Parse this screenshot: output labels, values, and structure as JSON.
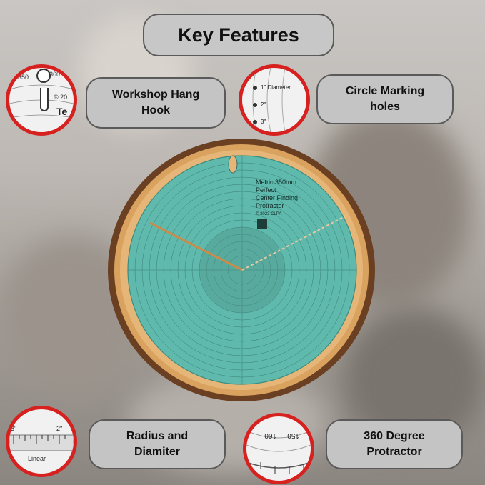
{
  "title": "Key Features",
  "features": {
    "hang_hook": "Workshop Hang\nHook",
    "circle_holes": "Circle Marking\nholes",
    "radius": "Radius and\nDiamiter",
    "protractor": "360 Degree\nProtractor"
  },
  "protractor": {
    "label_lines": [
      "Metric 350mm",
      "Perfect",
      "Center Finding",
      "Protractor"
    ],
    "copyright": "© 2023 CLPA",
    "color": "#5fb9ac"
  },
  "insets": {
    "hook_text": [
      "350",
      "360",
      "© 20",
      "Te"
    ],
    "holes_text": [
      "1\" Diameter",
      "2\"",
      "3\""
    ],
    "ruler_text": [
      "3\"",
      "Linear",
      "2\""
    ],
    "protractor_text": [
      "160",
      "150"
    ]
  },
  "colors": {
    "accent": "#d6211f",
    "pill_bg": "#c4c4c4",
    "pill_border": "#5a5a5a"
  }
}
